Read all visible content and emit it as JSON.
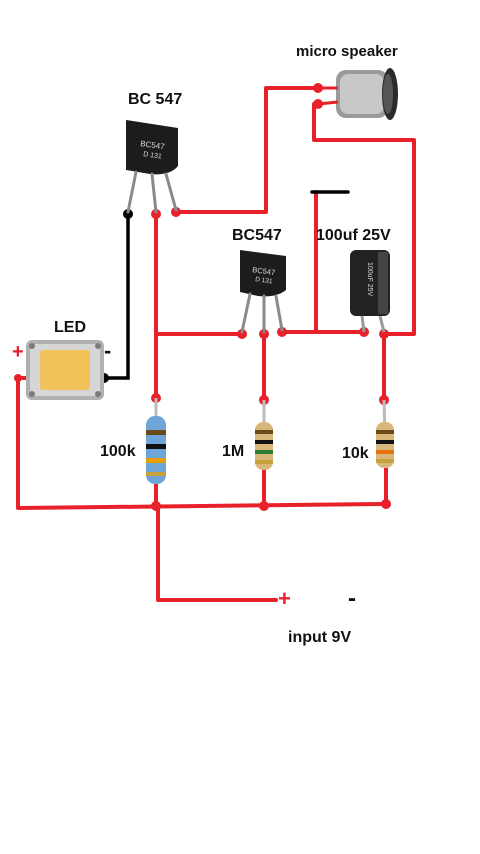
{
  "labels": {
    "micro_speaker": "micro speaker",
    "transistor_top": "BC 547",
    "transistor_mid": "BC547",
    "capacitor": "100uf 25V",
    "led": "LED",
    "r1": "100k",
    "r2": "1M",
    "r3": "10k",
    "input": "input 9V"
  },
  "markings": {
    "transistor_top_body": "BC547",
    "transistor_top_code": "D 131",
    "transistor_mid_body": "BC547",
    "transistor_mid_code": "D 131",
    "capacitor_body": "100uF 25V"
  },
  "polarity": {
    "led_plus": "+",
    "led_minus": "-",
    "input_plus": "+",
    "input_minus": "-"
  },
  "colors": {
    "wire_positive": "#e8202a",
    "wire_negative": "#000000",
    "transistor_body": "#1c1c1c",
    "led_chip": "#f2c35a",
    "capacitor_body": "#222222"
  }
}
